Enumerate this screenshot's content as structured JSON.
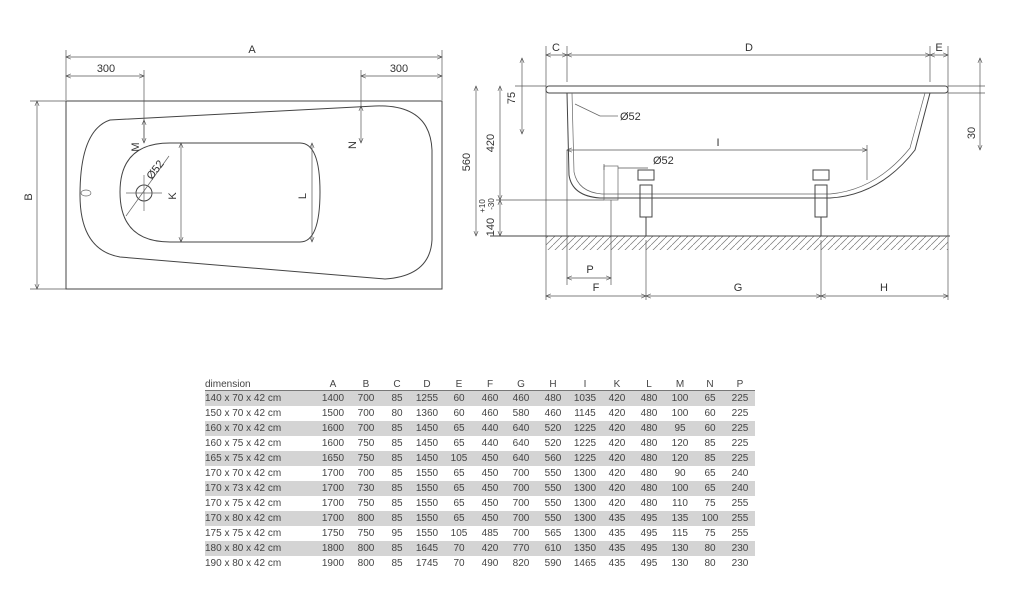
{
  "drawing": {
    "top_view": {
      "labels": {
        "A": "A",
        "B": "B",
        "offset_left": "300",
        "offset_right": "300",
        "M": "M",
        "N": "N",
        "K": "K",
        "L": "L",
        "drain": "Ø52"
      }
    },
    "side_view": {
      "labels": {
        "C": "C",
        "D": "D",
        "E": "E",
        "F": "F",
        "G": "G",
        "H": "H",
        "I": "I",
        "P": "P",
        "h75": "75",
        "h420": "420",
        "h560": "560",
        "h_plus10": "+10",
        "h_minus30": "-30",
        "h140": "140",
        "h30": "30",
        "overflow": "Ø52",
        "drain": "Ø52"
      }
    }
  },
  "table": {
    "headers": [
      "dimension",
      "A",
      "B",
      "C",
      "D",
      "E",
      "F",
      "G",
      "H",
      "I",
      "K",
      "L",
      "M",
      "N",
      "P"
    ],
    "rows": [
      [
        "140 x 70 x 42 cm",
        "1400",
        "700",
        "85",
        "1255",
        "60",
        "460",
        "460",
        "480",
        "1035",
        "420",
        "480",
        "100",
        "65",
        "225"
      ],
      [
        "150 x 70 x 42 cm",
        "1500",
        "700",
        "80",
        "1360",
        "60",
        "460",
        "580",
        "460",
        "1145",
        "420",
        "480",
        "100",
        "60",
        "225"
      ],
      [
        "160 x 70 x 42 cm",
        "1600",
        "700",
        "85",
        "1450",
        "65",
        "440",
        "640",
        "520",
        "1225",
        "420",
        "480",
        "95",
        "60",
        "225"
      ],
      [
        "160 x 75 x 42 cm",
        "1600",
        "750",
        "85",
        "1450",
        "65",
        "440",
        "640",
        "520",
        "1225",
        "420",
        "480",
        "120",
        "85",
        "225"
      ],
      [
        "165 x 75 x 42 cm",
        "1650",
        "750",
        "85",
        "1450",
        "105",
        "450",
        "640",
        "560",
        "1225",
        "420",
        "480",
        "120",
        "85",
        "225"
      ],
      [
        "170 x 70 x 42 cm",
        "1700",
        "700",
        "85",
        "1550",
        "65",
        "450",
        "700",
        "550",
        "1300",
        "420",
        "480",
        "90",
        "65",
        "240"
      ],
      [
        "170 x 73 x 42 cm",
        "1700",
        "730",
        "85",
        "1550",
        "65",
        "450",
        "700",
        "550",
        "1300",
        "420",
        "480",
        "100",
        "65",
        "240"
      ],
      [
        "170 x 75 x 42 cm",
        "1700",
        "750",
        "85",
        "1550",
        "65",
        "450",
        "700",
        "550",
        "1300",
        "420",
        "480",
        "110",
        "75",
        "255"
      ],
      [
        "170 x 80 x 42 cm",
        "1700",
        "800",
        "85",
        "1550",
        "65",
        "450",
        "700",
        "550",
        "1300",
        "435",
        "495",
        "135",
        "100",
        "255"
      ],
      [
        "175 x 75 x 42 cm",
        "1750",
        "750",
        "95",
        "1550",
        "105",
        "485",
        "700",
        "565",
        "1300",
        "435",
        "495",
        "115",
        "75",
        "255"
      ],
      [
        "180 x 80 x 42 cm",
        "1800",
        "800",
        "85",
        "1645",
        "70",
        "420",
        "770",
        "610",
        "1350",
        "435",
        "495",
        "130",
        "80",
        "230"
      ],
      [
        "190 x 80 x 42 cm",
        "1900",
        "800",
        "85",
        "1745",
        "70",
        "490",
        "820",
        "590",
        "1465",
        "435",
        "495",
        "130",
        "80",
        "230"
      ]
    ],
    "shaded_rows": [
      0,
      2,
      4,
      6,
      8,
      10
    ]
  }
}
